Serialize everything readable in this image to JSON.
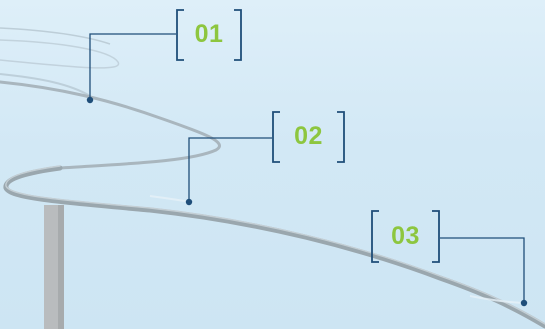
{
  "colors": {
    "background": "#d3e8f5",
    "road": "#9aa7ae",
    "road_faint": "#b8c7d0",
    "pole": "#b9bcbe",
    "bracket": "#1f4e79",
    "connector": "#1f4e79",
    "marker_dot": "#1f4e79",
    "step_number": "#8dc63f"
  },
  "steps": [
    {
      "id": "01",
      "label": "01",
      "icon": "bracket-frame"
    },
    {
      "id": "02",
      "label": "02",
      "icon": "bracket-frame"
    },
    {
      "id": "03",
      "label": "03",
      "icon": "bracket-frame"
    }
  ]
}
